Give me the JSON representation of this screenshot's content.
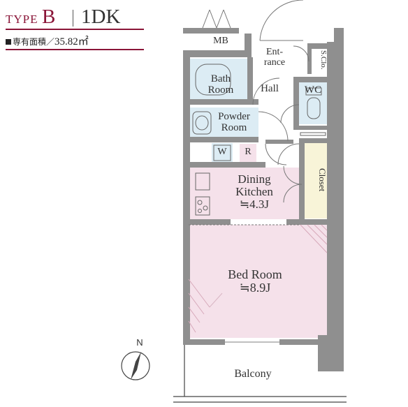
{
  "header": {
    "type_word": "TYPE",
    "type_letter": "B",
    "layout": "1DK",
    "area_label": "専有面積／",
    "area_value": "35.82㎡"
  },
  "rooms": {
    "mb": "MB",
    "entrance": "Ent-\nrance",
    "sclo": "S.Clo.",
    "bath_room": "Bath\nRoom",
    "hall": "Hall",
    "wc": "WC",
    "powder_room": "Powder\nRoom",
    "w": "W",
    "r": "R",
    "dining_kitchen": "Dining\nKitchen\n≒4.3J",
    "closet": "Closet",
    "bed_room": "Bed Room\n≒8.9J",
    "balcony": "Balcony"
  },
  "compass": {
    "label": "N"
  },
  "colors": {
    "wall": "#8f8f8f",
    "wet_area": "#dcecf4",
    "bedroom": "#f5e1ea",
    "closet": "#f8f4d8",
    "brand": "#8a1538"
  }
}
